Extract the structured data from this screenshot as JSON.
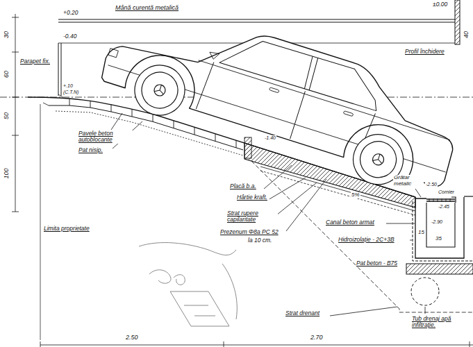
{
  "diagram": {
    "labels": [
      "+0.20",
      "Mână curentă metalică",
      "±0.00",
      "-0.40",
      "Profil închidere",
      "30",
      "60",
      "50",
      "100",
      "40",
      "Parapet fix.",
      "+.10",
      "(C.T.N)",
      "Pavele beton autoblocante",
      "Pat nisip.",
      "-1.40",
      "Placă b.a.",
      "Hârtie kraft.",
      "Strat rupere capilaritate",
      "Prezenum Φ8a PC 52",
      "la 10 cm.",
      "Grătar metalic",
      "-2.50",
      "Cornier",
      "-2.45",
      "5%",
      "Canal beton armat",
      "15",
      "35",
      "-2.90",
      "Hidroizolație - 2C+3B",
      "Pat beton - B75",
      "Strat drenant",
      "Tub drenaj apă infiltrație.",
      "Limita proprietate",
      "2.50",
      "2.70"
    ]
  }
}
